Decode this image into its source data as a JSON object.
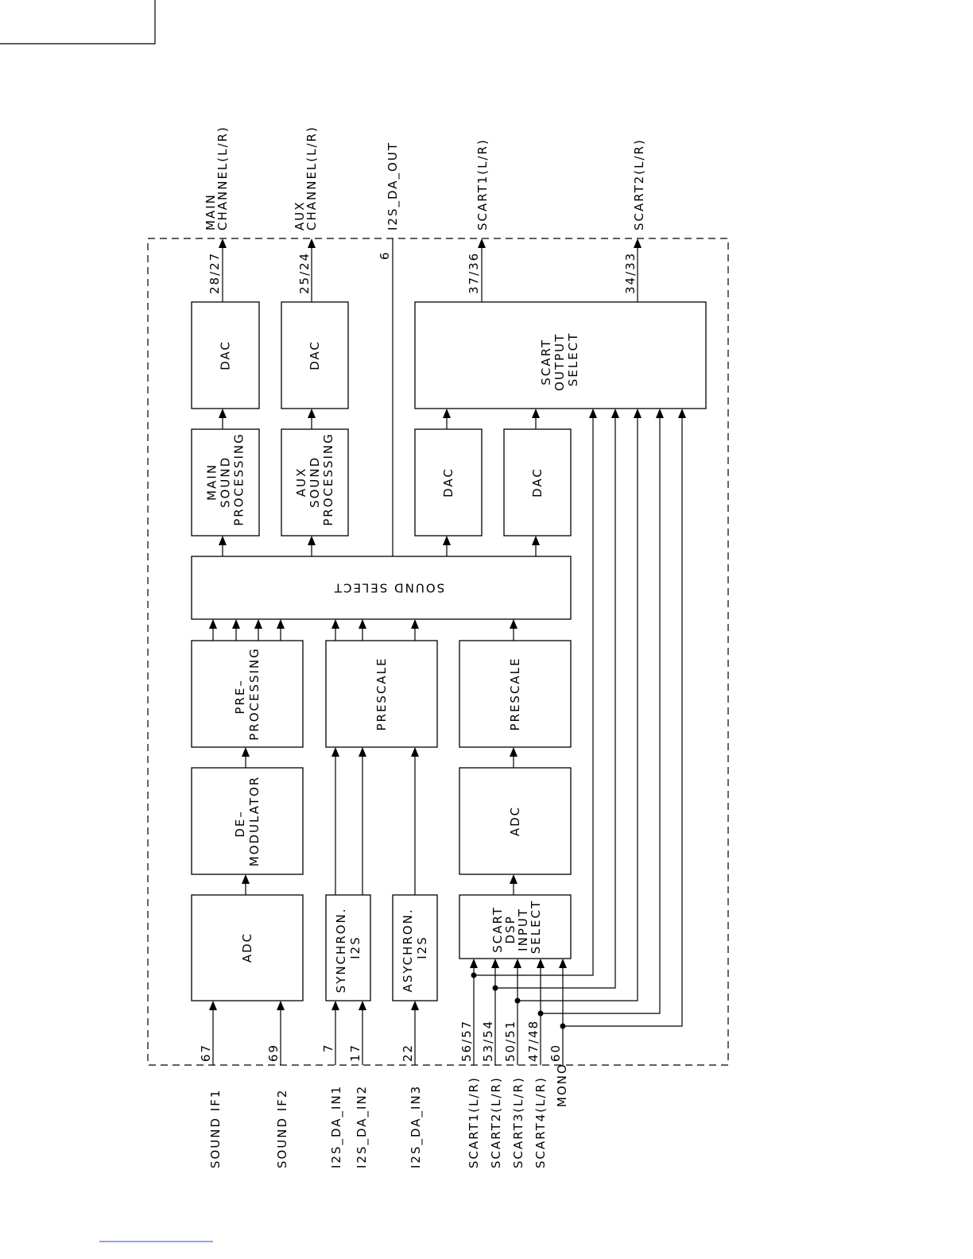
{
  "blocks": {
    "main_dac": [
      "DAC"
    ],
    "aux_dac": [
      "DAC"
    ],
    "scart_out": [
      "SCART",
      "OUTPUT",
      "SELECT"
    ],
    "main_sp": [
      "MAIN",
      "SOUND",
      "PROCESSING"
    ],
    "aux_sp": [
      "AUX",
      "SOUND",
      "PROCESSING"
    ],
    "dac3": [
      "DAC"
    ],
    "dac4": [
      "DAC"
    ],
    "sound_select": [
      "SOUND SELECT"
    ],
    "pre_proc": [
      "PRE–",
      "PROCESSING"
    ],
    "prescale1": [
      "PRESCALE"
    ],
    "prescale2": [
      "PRESCALE"
    ],
    "demod": [
      "DE–",
      "MODULATOR"
    ],
    "adc2": [
      "ADC"
    ],
    "adc1": [
      "ADC"
    ],
    "sync": [
      "SYNCHRON.",
      "I2S"
    ],
    "async": [
      "ASYCHRON.",
      "I2S"
    ],
    "scart_dsp": [
      "SCART",
      "DSP",
      "INPUT",
      "SELECT"
    ]
  },
  "outputs": {
    "main": [
      "MAIN",
      "CHANNEL(L/R)"
    ],
    "aux": [
      "AUX",
      "CHANNEL(L/R)"
    ],
    "i2s_out": [
      "I2S_DA_OUT"
    ],
    "scart1": [
      "SCART1(L/R)"
    ],
    "scart2": [
      "SCART2(L/R)"
    ]
  },
  "output_pins": {
    "main": "28/27",
    "aux": "25/24",
    "i2s_out": "6",
    "scart1": "37/36",
    "scart2": "34/33"
  },
  "inputs": [
    {
      "label": "SOUND IF1",
      "pin": "67"
    },
    {
      "label": "SOUND IF2",
      "pin": "69"
    },
    {
      "label": "I2S_DA_IN1",
      "pin": "7"
    },
    {
      "label": "I2S_DA_IN2",
      "pin": "17"
    },
    {
      "label": "I2S_DA_IN3",
      "pin": "22"
    },
    {
      "label": "SCART1(L/R)",
      "pin": "56/57"
    },
    {
      "label": "SCART2(L/R)",
      "pin": "53/54"
    },
    {
      "label": "SCART3(L/R)",
      "pin": "50/51"
    },
    {
      "label": "SCART4(L/R)",
      "pin": "47/48"
    },
    {
      "label": "MONO",
      "pin": "60"
    }
  ]
}
